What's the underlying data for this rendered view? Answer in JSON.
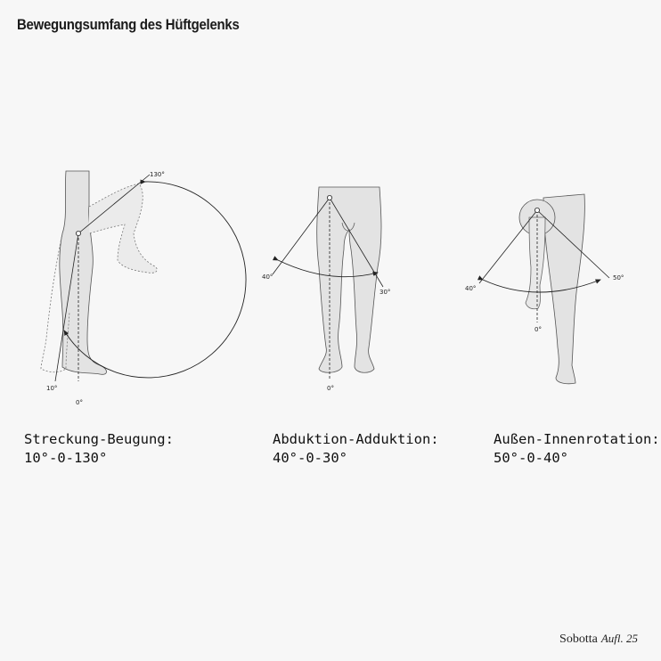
{
  "title": "Bewegungsumfang des Hüftgelenks",
  "panels": [
    {
      "name": "flexion-extension",
      "caption_line1": "Streckung-Beugung:",
      "caption_line2": "10°-0-130°",
      "angles": {
        "a": "130°",
        "b": "10°",
        "zero": "0°"
      }
    },
    {
      "name": "abduction-adduction",
      "caption_line1": "Abduktion-Adduktion:",
      "caption_line2": "40°-0-30°",
      "angles": {
        "a": "40°",
        "b": "30°",
        "zero": "0°"
      }
    },
    {
      "name": "rotation",
      "caption_line1": "Außen-Innenrotation:",
      "caption_line2": "50°-0-40°",
      "angles": {
        "a": "40°",
        "b": "50°",
        "zero": "0°"
      }
    }
  ],
  "footer": {
    "publisher": "Sobotta",
    "edition": "Aufl. 25"
  },
  "colors": {
    "leg_fill": "#e3e3e3",
    "outline": "#555555",
    "line": "#222222"
  }
}
